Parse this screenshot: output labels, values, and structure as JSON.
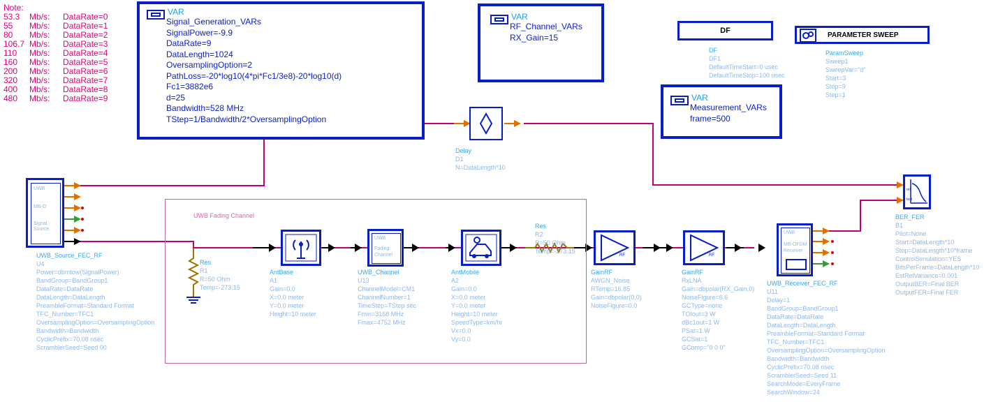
{
  "note": {
    "header": "Note:",
    "rows": [
      {
        "rate": "53.3",
        "unit": "Mb/s:",
        "label": "DataRate=0"
      },
      {
        "rate": "55",
        "unit": "Mb/s:",
        "label": "DataRate=1"
      },
      {
        "rate": "80",
        "unit": "Mb/s:",
        "label": "DataRate=2"
      },
      {
        "rate": "106.7",
        "unit": "Mb/s:",
        "label": "DataRate=3"
      },
      {
        "rate": "110",
        "unit": "Mb/s:",
        "label": "DataRate=4"
      },
      {
        "rate": "160",
        "unit": "Mb/s:",
        "label": "DataRate=5"
      },
      {
        "rate": "200",
        "unit": "Mb/s:",
        "label": "DataRate=6"
      },
      {
        "rate": "320",
        "unit": "Mb/s:",
        "label": "DataRate=7"
      },
      {
        "rate": "400",
        "unit": "Mb/s:",
        "label": "DataRate=8"
      },
      {
        "rate": "480",
        "unit": "Mb/s:",
        "label": "DataRate=9"
      }
    ]
  },
  "var_signal": {
    "header": "VAR",
    "lines": [
      "Signal_Generation_VARs",
      "SignalPower=-9.9",
      "DataRate=9",
      "DataLength=1024",
      "OversamplingOption=2",
      "PathLoss=-20*log10(4*pi*Fc1/3e8)-20*log10(d)",
      "Fc1=3882e6",
      "d=25",
      "Bandwidth=528 MHz",
      "TStep=1/Bandwidth/2*OversamplingOption"
    ]
  },
  "var_rf": {
    "header": "VAR",
    "lines": [
      "RF_Channel_VARs",
      "RX_Gain=15"
    ]
  },
  "var_meas": {
    "header": "VAR",
    "lines": [
      "Measurement_VARs",
      "frame=500"
    ]
  },
  "df": {
    "label": "DF",
    "params": [
      "DF",
      "DF1",
      "DefaultTimeStart=0 usec",
      "DefaultTimeStop=100 usec"
    ]
  },
  "sweep": {
    "label": "PARAMETER SWEEP",
    "params": [
      "ParamSweep",
      "Sweep1",
      "SweepVar=\"d\"",
      "Start=3",
      "Stop=9",
      "Step=1"
    ]
  },
  "delay": {
    "params": [
      "Delay",
      "D1",
      "N=DataLength*10"
    ]
  },
  "source": {
    "icon_lines": [
      "UWB",
      "MB-O",
      "Signal",
      "Source"
    ],
    "params": [
      "UWB_Source_FEC_RF",
      "U4",
      "Power=dbmtow(SignalPower)",
      "BandGroup=BandGroup1",
      "DataRate=DataRate",
      "DataLength=DataLength",
      "PreambleFormat=Standard Format",
      "TFC_Number=TFC1",
      "OversamplingOption=OversamplingOption",
      "Bandwidth=Bandwidth",
      "CyclicPrefix=70.08 nsec",
      "ScramblerSeed=Seed 00"
    ]
  },
  "channel_frame": {
    "title": "UWB Fading Channel"
  },
  "r1": {
    "params": [
      "Res",
      "R1",
      "R=50 Ohm",
      "Temp=-273.15"
    ]
  },
  "ant1": {
    "params": [
      "AntBase",
      "A1",
      "Gain=0.0",
      "X=0.0 meter",
      "Y=0.0 meter",
      "Height=10 meter"
    ]
  },
  "uwb_channel": {
    "icon_lines": [
      "UWB",
      "Fading",
      "Channel"
    ],
    "params": [
      "UWB_Channel",
      "U13",
      "ChannelModel=CM1",
      "ChannelNumber=1",
      "TimeStep=TStep sec",
      "Fmin=3168 MHz",
      "Fmax=4752 MHz"
    ]
  },
  "ant2": {
    "params": [
      "AntMobile",
      "A2",
      "Gain=0.0",
      "X=0.0 meter",
      "Y=0.0 meter",
      "Height=10 meter",
      "SpeedType=km/hr",
      "Vx=0.0",
      "Vy=0.0"
    ]
  },
  "r2": {
    "params": [
      "Res",
      "R2",
      "R=50 Ohm",
      "Temp=-273.15"
    ]
  },
  "awgn": {
    "params": [
      "GainRF",
      "AWGN_Noise",
      "RTemp=16.85",
      "Gain=dbpolar(0,0)",
      "NoiseFigure=0.0"
    ]
  },
  "rxlna": {
    "params": [
      "GainRF",
      "RxLNA",
      "Gain=dbpolar(RX_Gain,0)",
      "NoiseFigure=6.6",
      "GCType=none",
      "TOIout=3 W",
      "dBc1out=1 W",
      "PSat=1 W",
      "GCSat=1",
      "GComp=\"0 0 0\""
    ]
  },
  "receiver": {
    "icon_lines": [
      "UWB",
      "MB-OFDM",
      "Receiver"
    ],
    "params": [
      "UWB_Receiver_FEC_RF",
      "U11",
      "Delay=1",
      "BandGroup=BandGroup1",
      "DataRate=DataRate",
      "DataLength=DataLength",
      "PreambleFormat=Standard Format",
      "TFC_Number=TFC1",
      "OversamplingOption=OversamplingOption",
      "Bandwidth=Bandwidth",
      "CyclicPrefix=70.08 nsec",
      "ScramblerSeed=Seed 11",
      "SearchMode=EveryFrame",
      "SearchWindow=24"
    ]
  },
  "ber": {
    "params": [
      "BER_FER",
      "B1",
      "Pilot=None",
      "Start=DataLength*10",
      "Stop=DataLength*10*frame",
      "ControlSimulation=YES",
      "BitsPerFrame=DataLength*10",
      "EstRelVariance=0.001",
      "OutputBER=Final BER",
      "OutputFER=Final FER"
    ]
  }
}
